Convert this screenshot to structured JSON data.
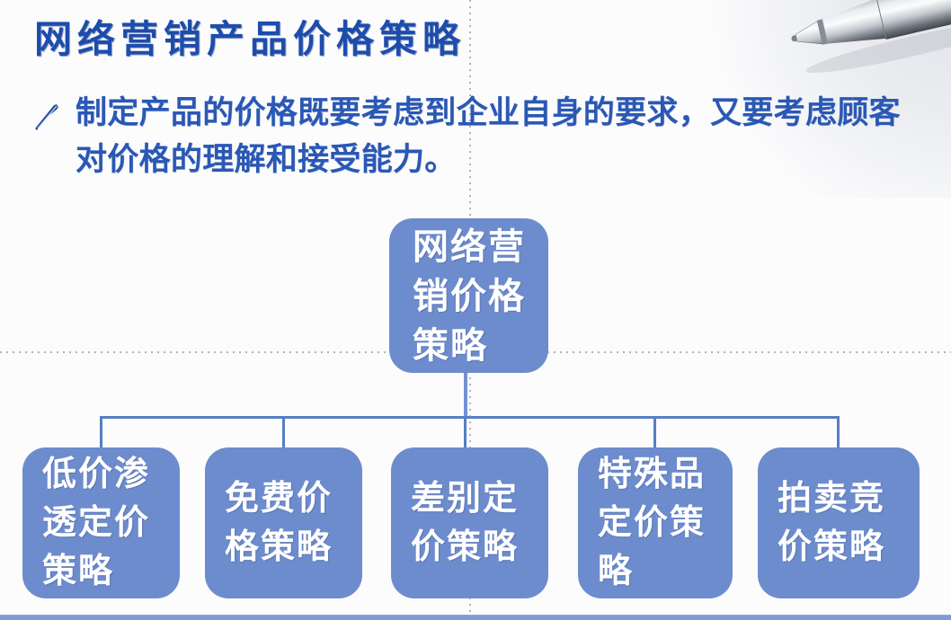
{
  "slide": {
    "title": "网络营销产品价格策略",
    "bullet": {
      "icon": "pen-bullet-icon",
      "text": "制定产品的价格既要考虑到企业自身的要求，又要考虑顾客对价格的理解和接受能力。"
    }
  },
  "diagram": {
    "root": {
      "label": "网络营销价格策略"
    },
    "children": [
      {
        "label": "低价渗透定价策略"
      },
      {
        "label": "免费价格策略"
      },
      {
        "label": "差别定价策略"
      },
      {
        "label": "特殊品定价策略"
      },
      {
        "label": "拍卖竞价策略"
      }
    ]
  },
  "decor": {
    "pen_photo": "ballpoint-pen-photo",
    "guides": "slide-center-guides"
  },
  "colors": {
    "node_fill": "#6d8ccd",
    "node_text": "#ffffff",
    "connector": "#567fc4",
    "title_text": "#1d4dac",
    "body_text": "#2a58b5",
    "bottom_bar": "#7e9bd3",
    "guide": "#9a9aa0"
  }
}
